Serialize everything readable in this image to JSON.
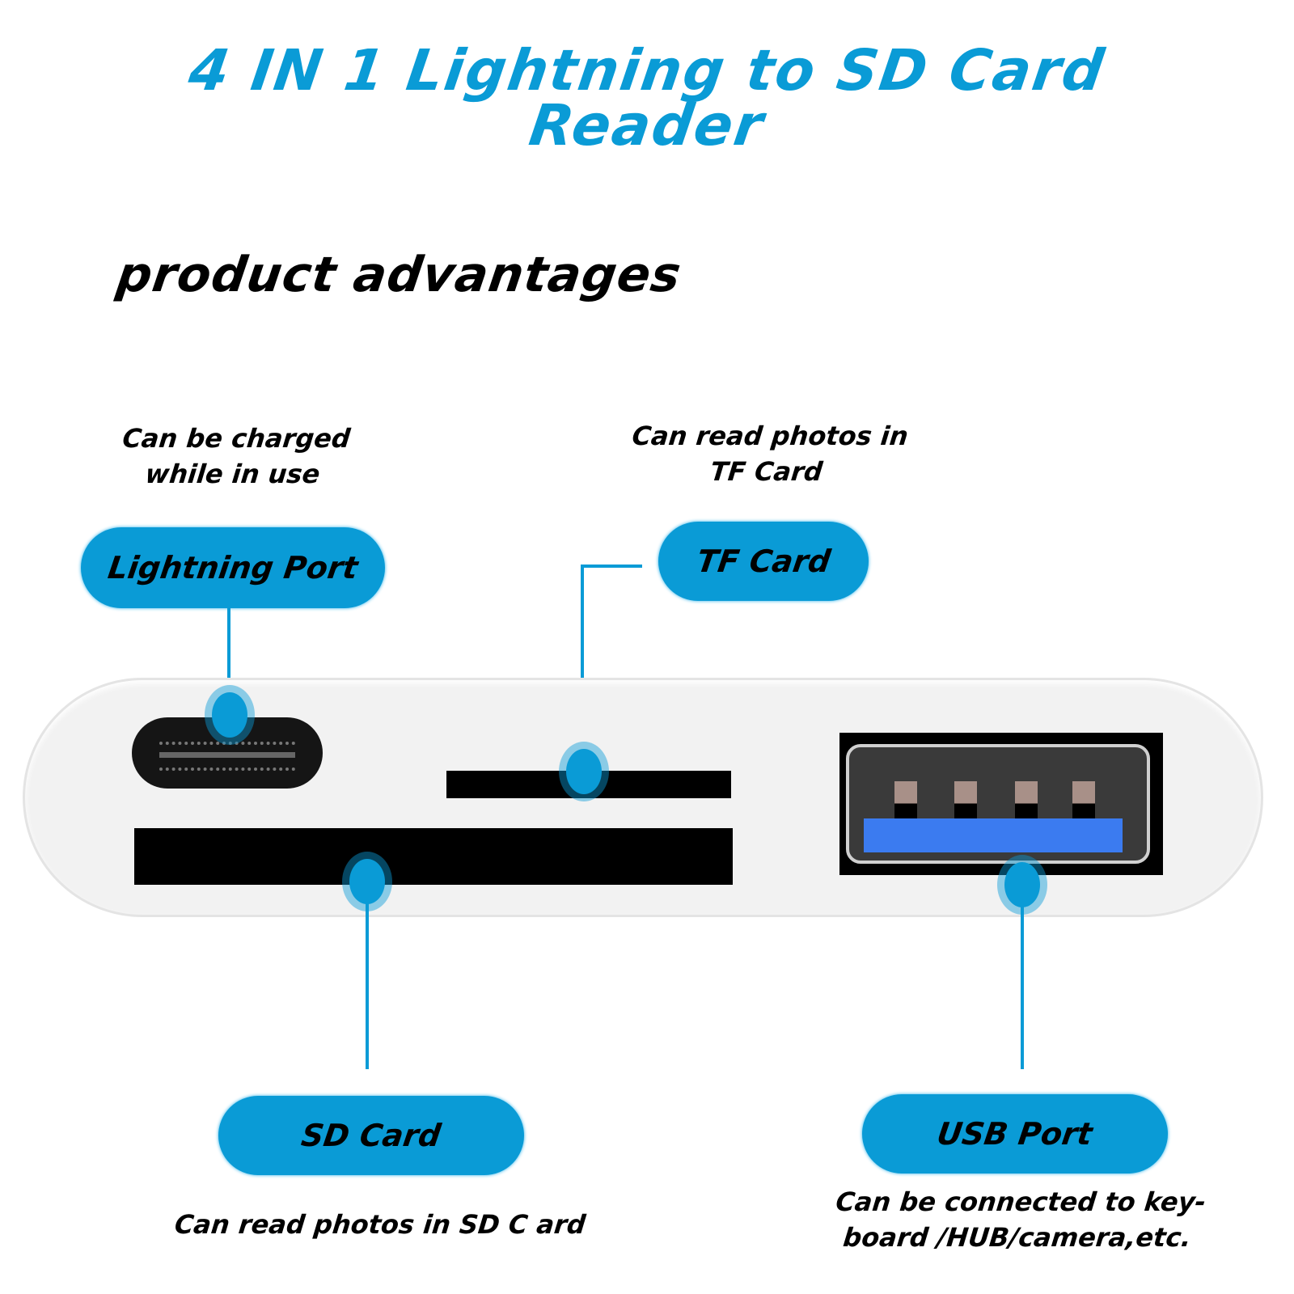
{
  "header": {
    "title_line1": "4 IN 1 Lightning to SD Card",
    "title_line2": "Reader",
    "subtitle": "product advantages"
  },
  "colors": {
    "accent_blue": "#0a9bd6",
    "usb_blue": "#3b7bf0",
    "text": "#000000"
  },
  "callouts": {
    "lightning": {
      "label": "Lightning Port",
      "caption_line1": "Can be charged",
      "caption_line2": "while in use"
    },
    "tf": {
      "label": "TF Card",
      "caption_line1": "Can read photos in",
      "caption_line2": "TF Card"
    },
    "sd": {
      "label": "SD Card",
      "caption": "Can read photos in  SD C ard"
    },
    "usb": {
      "label": "USB Port",
      "caption_line1": "Can be connected to key-",
      "caption_line2": "board /HUB/camera,etc."
    }
  },
  "device": {
    "ports": [
      "lightning-port-icon",
      "tf-slot-icon",
      "sd-slot-icon",
      "usb-a-port-icon"
    ]
  }
}
